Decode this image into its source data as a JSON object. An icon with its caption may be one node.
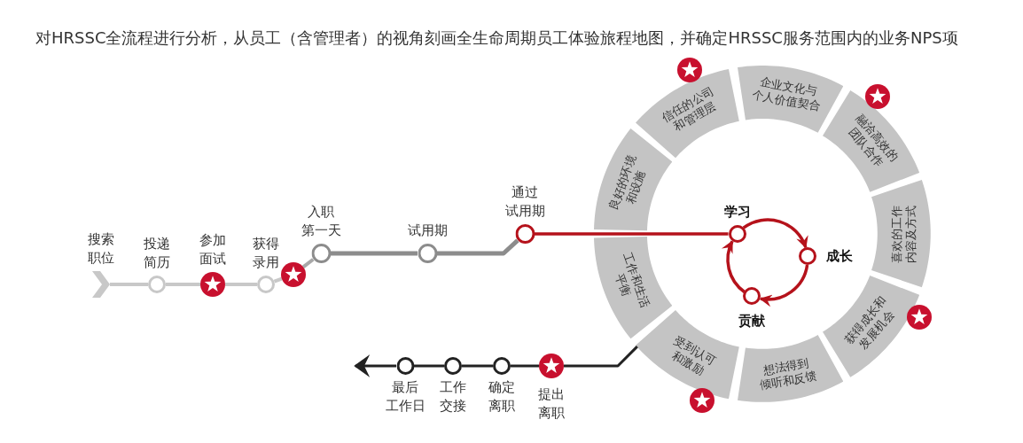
{
  "diagram": {
    "title": "对HRSSC全流程进行分析，从员工（含管理者）的视角刻画全生命周期员工体验旅程地图，并确定HRSSC服务范围内的业务NPS项",
    "nodes": [
      {
        "text": [
          "搜索职位"
        ]
      },
      {
        "text": [
          "投递简历"
        ]
      },
      {
        "text": [
          "参加面试"
        ]
      },
      {
        "text": [
          "获得录用"
        ]
      },
      {
        "text": [],
        "shape": "star"
      },
      {
        "text": [
          "入职第一天"
        ]
      },
      {
        "text": [
          "试用期"
        ]
      },
      {
        "text": [
          "通过试用期"
        ]
      },
      {
        "text": [
          "信任的公司和管理层"
        ]
      },
      {
        "text": [
          "企业文化与个人价值契合"
        ]
      },
      {
        "text": [
          "融洽高效的团队合作"
        ]
      },
      {
        "text": [
          "喜欢的工作内容及方式"
        ]
      },
      {
        "text": [
          "获得成长和发展机会"
        ]
      },
      {
        "text": [
          "想法得到倾听和反馈"
        ]
      },
      {
        "text": [
          "受到认可和激励"
        ]
      },
      {
        "text": [
          "工作和生活平衡"
        ]
      },
      {
        "text": [
          "良好的环境和设施"
        ]
      },
      {
        "text": [
          "学习"
        ]
      },
      {
        "text": [
          "成长"
        ]
      },
      {
        "text": [
          "贡献"
        ]
      },
      {
        "text": [
          "提出离职"
        ]
      },
      {
        "text": [
          "确定离职"
        ]
      },
      {
        "text": [
          "工作交接"
        ]
      },
      {
        "text": [
          "最后工作日"
        ]
      }
    ],
    "edges": [
      {
        "from": 0,
        "to": 1,
        "arrow": "none",
        "color": "#c8c8c8"
      },
      {
        "from": 1,
        "to": 2,
        "arrow": "none",
        "color": "#c8c8c8"
      },
      {
        "from": 2,
        "to": 3,
        "arrow": "none",
        "color": "#c8c8c8"
      },
      {
        "from": 3,
        "to": 4,
        "arrow": "none",
        "color": "#c8c8c8"
      },
      {
        "from": 4,
        "to": 5,
        "arrow": "none",
        "color": "#a8a8a8"
      },
      {
        "from": 5,
        "to": 6,
        "arrow": "none",
        "color": "#8c8c8c"
      },
      {
        "from": 6,
        "to": 7,
        "arrow": "none",
        "color": "#8c8c8c"
      },
      {
        "from": 7,
        "to": 17,
        "arrow": "none",
        "color": "#b5121b"
      },
      {
        "from": 17,
        "to": 18,
        "arrow": "to",
        "color": "#b5121b"
      },
      {
        "from": 18,
        "to": 19,
        "arrow": "to",
        "color": "#b5121b"
      },
      {
        "from": 19,
        "to": 17,
        "arrow": "to",
        "color": "#b5121b"
      },
      {
        "from": 14,
        "to": 20,
        "arrow": "none"
      },
      {
        "from": 20,
        "to": 21,
        "arrow": "none"
      },
      {
        "from": 21,
        "to": 22,
        "arrow": "none"
      },
      {
        "from": 22,
        "to": 23,
        "arrow": "none"
      },
      {
        "from": 23,
        "to": null,
        "arrow": "to"
      }
    ]
  }
}
